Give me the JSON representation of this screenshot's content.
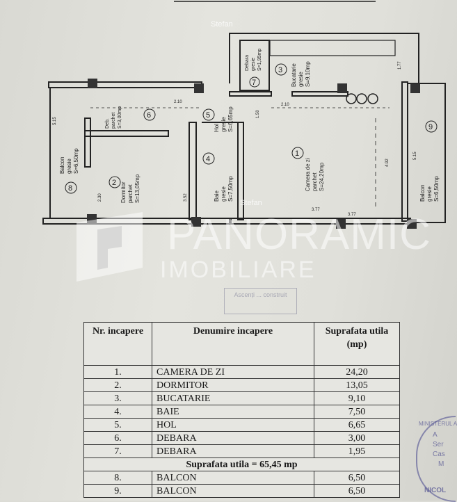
{
  "watermark": {
    "brand": "PANORAMIC",
    "sub": "IMOBILIARE",
    "author": "Stefan"
  },
  "plan": {
    "rooms": [
      {
        "num": "1",
        "name": "Camera de zi",
        "floor": "parchet",
        "area": "S=24,20mp"
      },
      {
        "num": "2",
        "name": "Dormitor",
        "floor": "parchet",
        "area": "S=13,05mp"
      },
      {
        "num": "3",
        "name": "Bucatarie",
        "floor": "gresie",
        "area": "S=9,10mp"
      },
      {
        "num": "4",
        "name": "Baie",
        "floor": "gresie",
        "area": "S=7,50mp"
      },
      {
        "num": "5",
        "name": "Hol",
        "floor": "gresie",
        "area": "S=6,65mp"
      },
      {
        "num": "6",
        "name": "Deb.",
        "floor": "parchet",
        "area": "S=3,00mp"
      },
      {
        "num": "7",
        "name": "Debara",
        "floor": "gresie",
        "area": "S=1,95mp"
      },
      {
        "num": "8",
        "name": "Balcon",
        "floor": "gresie",
        "area": "S=6,50mp"
      },
      {
        "num": "9",
        "name": "Balcon",
        "floor": "gresie",
        "area": "S=6,50mp"
      }
    ],
    "dims": [
      "5.15",
      "2.30",
      "3.52",
      "4.92",
      "5.15",
      "2.10",
      "2.10",
      "3.77",
      "3.77",
      "1.50",
      "1.77"
    ]
  },
  "stamp_text": "Ascenți ... construit",
  "ministry_stamp": [
    "MINISTERUL AD",
    "A",
    "Ser",
    "Cas",
    "M",
    "NICOL"
  ],
  "table": {
    "headers": [
      "Nr. incapere",
      "Denumire incapere",
      "Suprafata utila (mp)"
    ],
    "rows": [
      {
        "nr": "1.",
        "name": "CAMERA DE ZI",
        "area": "24,20"
      },
      {
        "nr": "2.",
        "name": "DORMITOR",
        "area": "13,05"
      },
      {
        "nr": "3.",
        "name": "BUCATARIE",
        "area": "9,10"
      },
      {
        "nr": "4.",
        "name": "BAIE",
        "area": "7,50"
      },
      {
        "nr": "5.",
        "name": "HOL",
        "area": "6,65"
      },
      {
        "nr": "6.",
        "name": "DEBARA",
        "area": "3,00"
      },
      {
        "nr": "7.",
        "name": "DEBARA",
        "area": "1,95"
      }
    ],
    "summary": "Suprafata utila = 65,45 mp",
    "balcony_rows": [
      {
        "nr": "8.",
        "name": "BALCON",
        "area": "6,50"
      },
      {
        "nr": "9.",
        "name": "BALCON",
        "area": "6,50"
      }
    ]
  }
}
